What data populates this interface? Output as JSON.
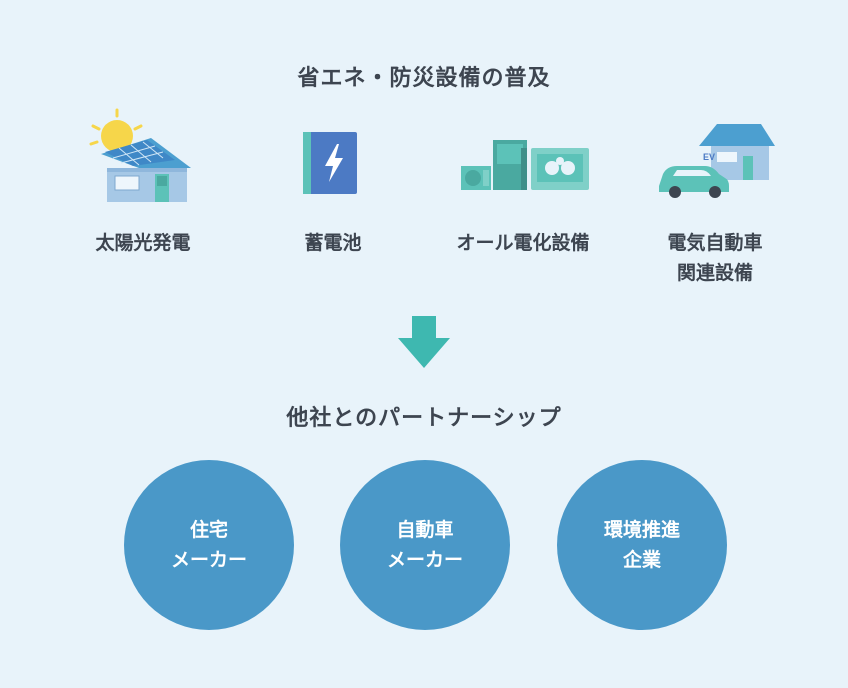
{
  "top_title": "省エネ・防災設備の普及",
  "equipment": [
    {
      "label": "太陽光発電",
      "icon": "solar-house-icon"
    },
    {
      "label": "蓄電池",
      "icon": "battery-icon"
    },
    {
      "label": "オール電化設備",
      "icon": "appliances-icon"
    },
    {
      "label_line1": "電気自動車",
      "label_line2": "関連設備",
      "icon": "ev-house-icon",
      "badge": "EV"
    }
  ],
  "arrow_icon": "down-arrow-icon",
  "bottom_title": "他社とのパートナーシップ",
  "partners": [
    {
      "line1": "住宅",
      "line2": "メーカー"
    },
    {
      "line1": "自動車",
      "line2": "メーカー"
    },
    {
      "line1": "環境推進",
      "line2": "企業"
    }
  ],
  "colors": {
    "background": "#e8f3fa",
    "text": "#3d4550",
    "circle": "#4a98c8",
    "arrow": "#3eb8b0",
    "icon_blue": "#4c7ac4",
    "icon_teal": "#5cc2b8",
    "sun": "#f6d64a"
  }
}
